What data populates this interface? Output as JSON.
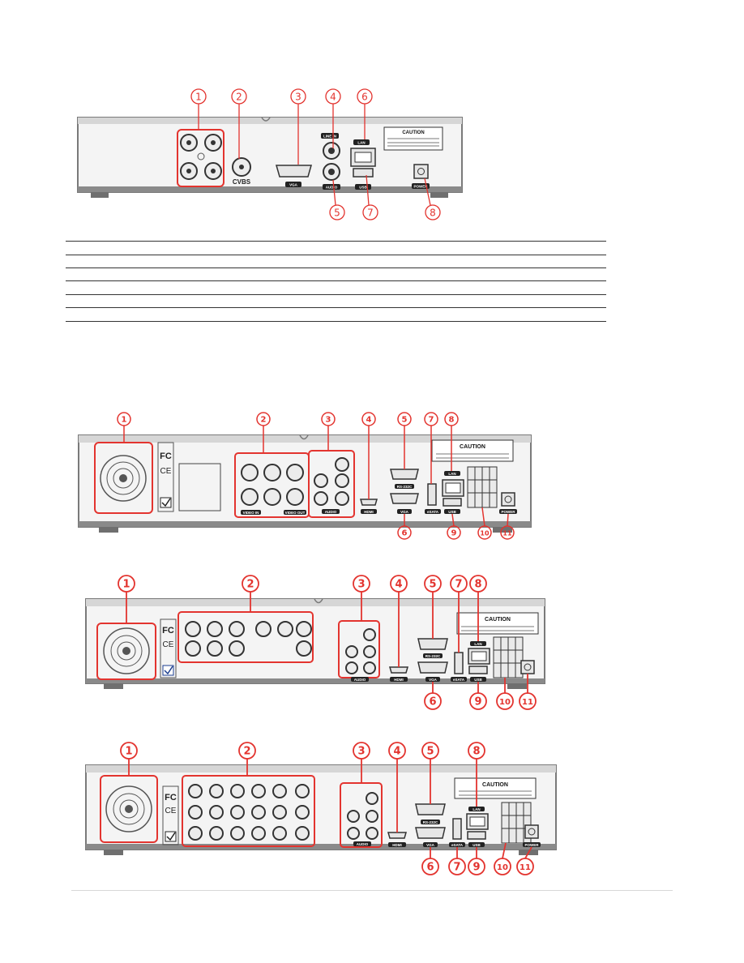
{
  "figure1": {
    "callouts": [
      "1",
      "2",
      "3",
      "4",
      "6",
      "5",
      "7",
      "8"
    ],
    "labels": {
      "cvbs": "CVBS",
      "vga": "VGA",
      "line_in": "LINE IN",
      "audio": "AUDIO",
      "lan": "LAN",
      "usb": "USB",
      "power": "POWER",
      "caution": "CAUTION"
    }
  },
  "figure2": {
    "callouts": [
      "1",
      "2",
      "3",
      "4",
      "5",
      "7",
      "8",
      "6",
      "9",
      "10",
      "11"
    ],
    "labels": {
      "video_in": "VIDEO IN",
      "video_out": "VIDEO OUT",
      "audio": "AUDIO",
      "hdmi": "HDMI",
      "rs232c": "RS-232C",
      "vga": "VGA",
      "esata": "eSATA",
      "lan": "LAN",
      "usb": "USB",
      "power": "POWER",
      "caution": "CAUTION",
      "fc": "FC",
      "ce": "CE"
    }
  },
  "figure3": {
    "callouts": [
      "1",
      "2",
      "3",
      "4",
      "5",
      "7",
      "8",
      "6",
      "9",
      "10",
      "11"
    ],
    "labels": {
      "audio": "AUDIO",
      "hdmi": "HDMI",
      "rs232c": "RS-232C",
      "vga": "VGA",
      "esata": "eSATA",
      "lan": "LAN",
      "usb": "USB",
      "caution": "CAUTION",
      "fc": "FC",
      "ce": "CE"
    }
  },
  "figure4": {
    "callouts": [
      "1",
      "2",
      "3",
      "4",
      "5",
      "8",
      "6",
      "7",
      "9",
      "10",
      "11"
    ],
    "labels": {
      "audio": "AUDIO",
      "hdmi": "HDMI",
      "rs232c": "RS-232C",
      "vga": "VGA",
      "esata": "eSATA",
      "lan": "LAN",
      "usb": "USB",
      "power": "POWER",
      "caution": "CAUTION",
      "fc": "FC",
      "ce": "CE"
    }
  },
  "colors": {
    "callout_red": "#e3342f",
    "panel_fill": "#f4f4f4",
    "panel_edge": "#8a8a8a",
    "panel_dark": "#6f6f6f"
  }
}
